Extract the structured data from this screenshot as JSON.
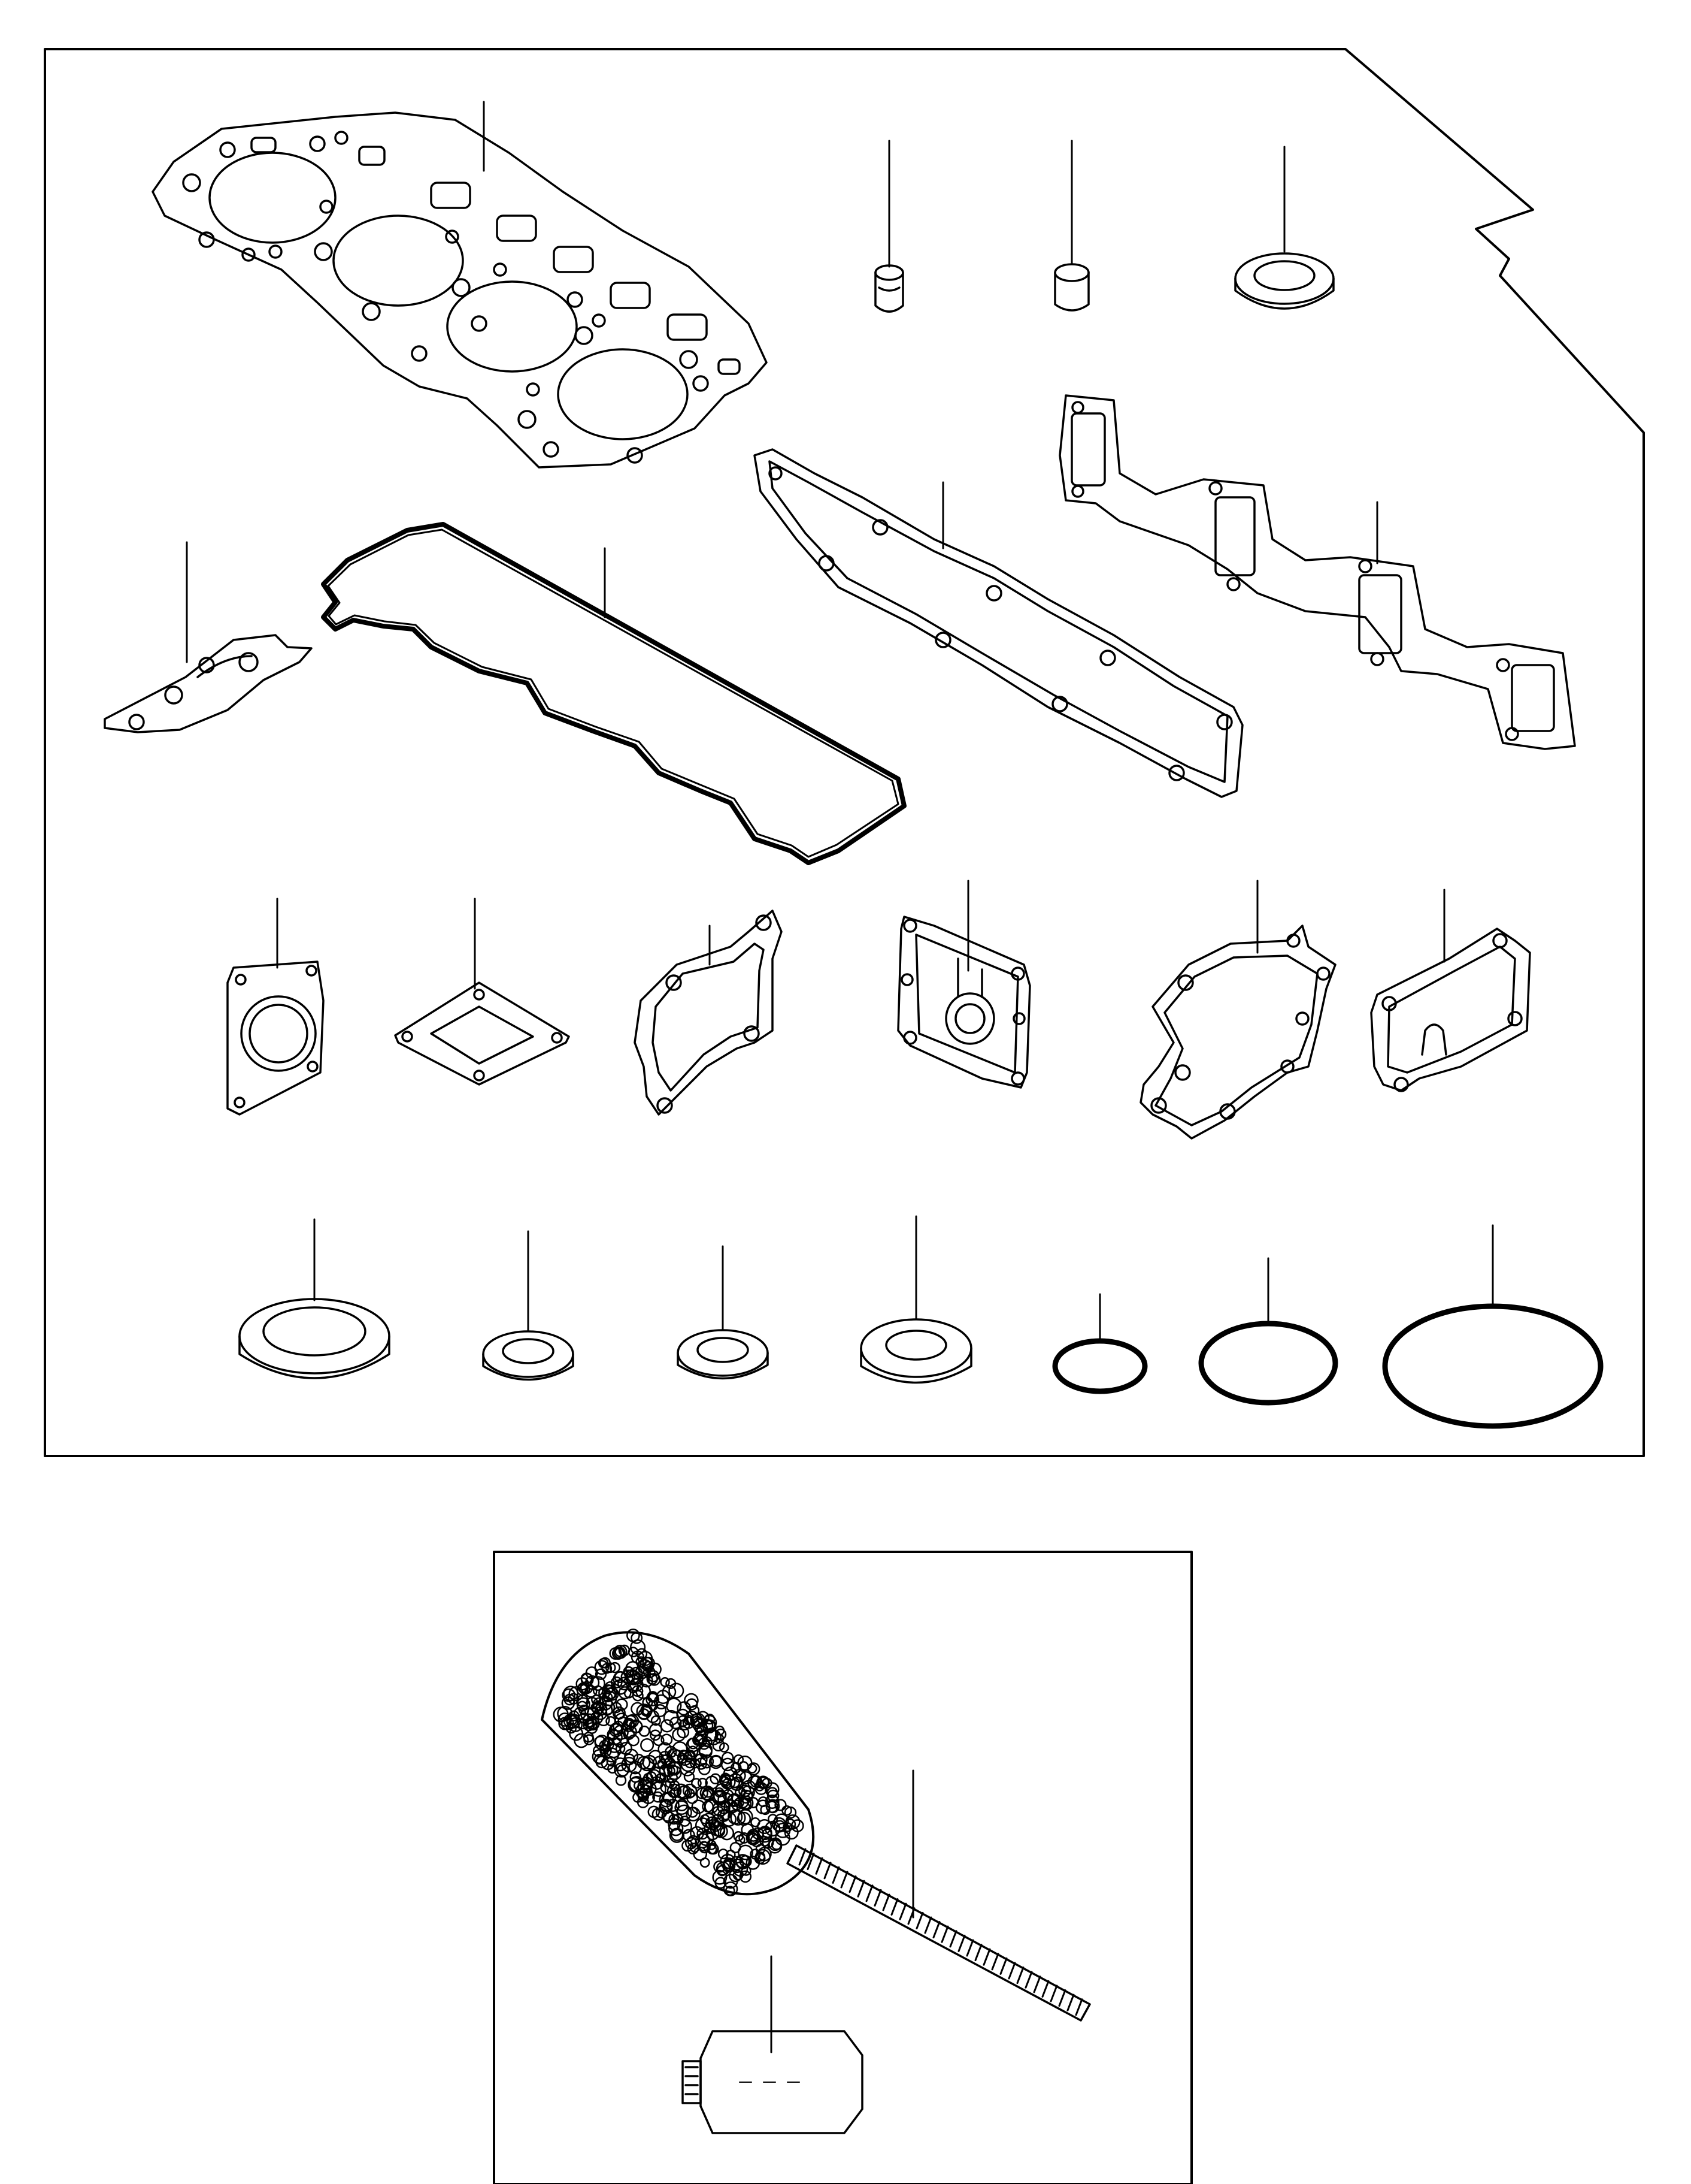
{
  "diagram": {
    "title": "",
    "line_color": "#000000",
    "background": "#ffffff",
    "main_kit": {
      "parts": [
        {
          "id": "cylinder-head-gasket",
          "icon": "cylinder-head-gasket-icon"
        },
        {
          "id": "valve-stem-seal",
          "icon": "valve-stem-seal-icon"
        },
        {
          "id": "collar",
          "icon": "collar-icon"
        },
        {
          "id": "seal-ring",
          "icon": "seal-ring-icon"
        },
        {
          "id": "intake-manifold-gasket",
          "icon": "manifold-gasket-icon"
        },
        {
          "id": "exhaust-manifold-gasket",
          "icon": "manifold-gasket-icon"
        },
        {
          "id": "small-gasket",
          "icon": "gasket-icon"
        },
        {
          "id": "head-cover-gasket",
          "icon": "head-cover-gasket-icon"
        },
        {
          "id": "square-gasket",
          "icon": "gasket-icon"
        },
        {
          "id": "diamond-gasket",
          "icon": "gasket-icon"
        },
        {
          "id": "thermostat-gasket",
          "icon": "gasket-icon"
        },
        {
          "id": "cover-gasket",
          "icon": "gasket-icon"
        },
        {
          "id": "water-pump-gasket",
          "icon": "gasket-icon"
        },
        {
          "id": "housing-gasket",
          "icon": "gasket-icon"
        },
        {
          "id": "washer-large",
          "icon": "washer-icon"
        },
        {
          "id": "washer-medium",
          "icon": "washer-icon"
        },
        {
          "id": "washer-small",
          "icon": "washer-icon"
        },
        {
          "id": "washer-thick",
          "icon": "washer-icon"
        },
        {
          "id": "o-ring-small",
          "icon": "o-ring-icon"
        },
        {
          "id": "o-ring-medium",
          "icon": "o-ring-icon"
        },
        {
          "id": "o-ring-large",
          "icon": "o-ring-icon"
        }
      ]
    },
    "accessory_kit": {
      "parts": [
        {
          "id": "cleaning-brush",
          "icon": "brush-icon"
        },
        {
          "id": "sealant-tube",
          "icon": "tube-icon"
        }
      ]
    }
  }
}
